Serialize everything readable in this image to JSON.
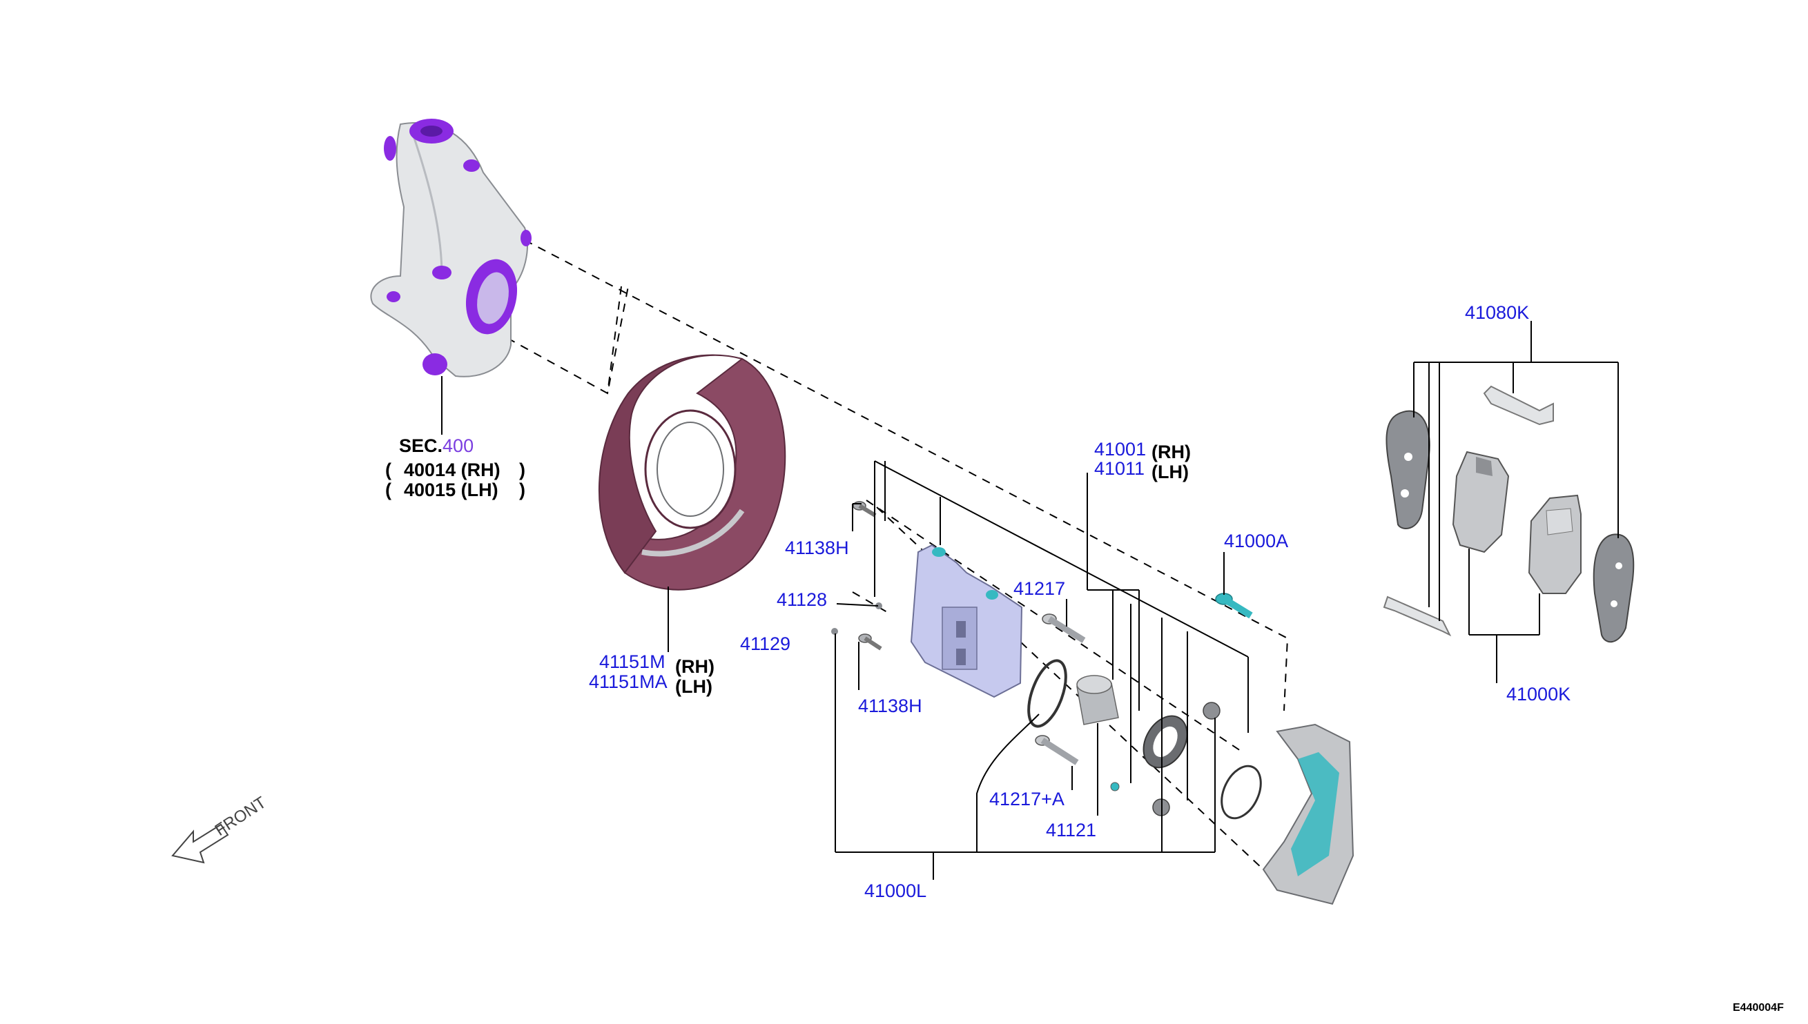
{
  "labels": {
    "sec": {
      "prefix": "SEC.",
      "number": "400",
      "rh": "40014 (RH)",
      "lh": "40015 (LH)"
    },
    "splash": {
      "rh_num": "41151M",
      "rh_side": "(RH)",
      "lh_num": "41151MA",
      "lh_side": "(LH)"
    },
    "caliper": {
      "rh_num": "41001",
      "rh_side": "(RH)",
      "lh_num": "41011",
      "lh_side": "(LH)"
    },
    "bolt_top": "41138H",
    "bolt_bottom": "41138H",
    "p41128": "41128",
    "p41129": "41129",
    "pin": "41217",
    "pin_a": "41217+A",
    "p41121": "41121",
    "bolt_assy": "41000A",
    "kit_l": "41000L",
    "hw_kit": "41080K",
    "pad_kit": "41000K",
    "front": "FRONT",
    "figure_code": "E440004F"
  },
  "colors": {
    "part_number": "#1a1adb",
    "sec_number": "#7b3fe0",
    "knuckle_accent": "#8a2be2",
    "splash_guard": "#8b4a64",
    "caliper_body": "#c6c9ee",
    "caliper_bracket_accent": "#36b9c1",
    "bolt": "#36b9c1"
  }
}
